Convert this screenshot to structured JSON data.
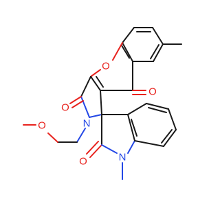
{
  "structure": {
    "atom_labels": {
      "ring_oxygen": "O",
      "ketone_oxygen": "O",
      "lactam_oxygen_top": "O",
      "lactam_oxygen_bottom": "O",
      "ether_oxygen": "O",
      "pyrrolidine_nitrogen": "N",
      "indoline_nitrogen": "N"
    },
    "colors": {
      "bond": "#1a1a1a",
      "oxygen": "#e8231e",
      "nitrogen": "#2448e6"
    }
  }
}
